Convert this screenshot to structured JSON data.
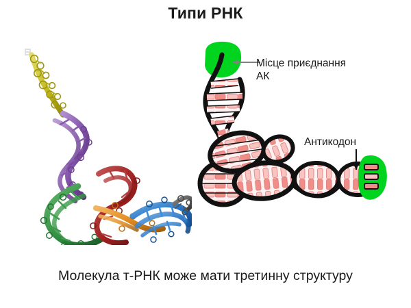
{
  "slide": {
    "title": "Типи РНК",
    "caption": "Молекула т-РНК може мати третинну структуру",
    "background_color": "#ffffff",
    "text_color": "#1a1a1a"
  },
  "labels": {
    "acceptor_site": "Місце приєднання\nАК",
    "anticodon": "Антикодон"
  },
  "figures": {
    "tertiary": {
      "name": "tRNA tertiary structure ribbon model",
      "segment_colors": {
        "acceptor_tail": "#b8b100",
        "acceptor_stem": "#7e4fa5",
        "d_arm": "#2e8b3d",
        "variable_loop": "#a02020",
        "anticodon_hinge": "#e08a1e",
        "anticodon_stem": "#1f6fc4",
        "terminus": "#555555"
      }
    },
    "secondary": {
      "name": "tRNA cloverleaf helix drawing",
      "outline_color": "#111111",
      "basepair_color": "#e8807d",
      "basepair_light_color": "#f6cfcd",
      "highlight_color": "#00d41e"
    }
  },
  "annotations": {
    "acceptor_arrow_color": "#808080",
    "anticodon_arrow_color": "#111111"
  }
}
